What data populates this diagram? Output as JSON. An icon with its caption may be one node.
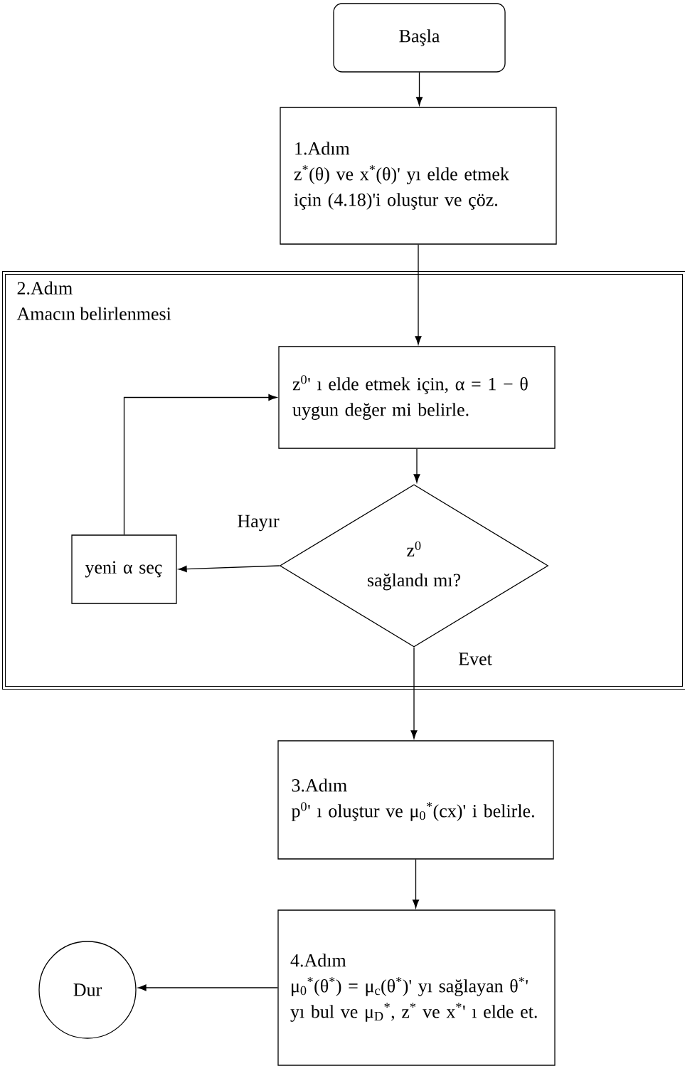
{
  "diagram": {
    "nodes": [
      {
        "text": [
          "Başla"
        ]
      },
      {
        "text": [
          "1.Adım",
          "z$^{*}$(θ) ve x$^{*}$(θ)' yı elde etmek için (4.18)'i oluştur ve çöz."
        ]
      },
      {
        "text": [
          "2.Adım",
          "Amacın belirlenmesi"
        ]
      },
      {
        "text": [
          "z$^{0}$' ı elde etmek için, α = 1 − θ uygun değer mi belirle."
        ],
        "in": 2
      },
      {
        "text": [
          "z$^{0}$",
          "sağlandı mı?"
        ],
        "in": 2
      },
      {
        "text": [
          "yeni α seç"
        ],
        "in": 2
      },
      {
        "text": [
          "3.Adım",
          "p$^{0}$' ı oluştur ve μ$_{0}$$^{*}$(cx)' i belirle."
        ]
      },
      {
        "text": [
          "4.Adım",
          "μ$_{0}$$^{*}$(θ$^{*}$) = μ$_{c}$(θ$^{*}$)' yı sağlayan θ$^{*}$' yı bul ve μ$_{D}$$^{*}$, z$^{*}$ ve x$^{*}$' ı elde et."
        ]
      },
      {
        "text": [
          "Dur"
        ]
      }
    ],
    "edges": [
      {
        "from": 0,
        "to": 1,
        "arrow": "to"
      },
      {
        "from": 1,
        "to": 3,
        "arrow": "to"
      },
      {
        "from": 3,
        "to": 4,
        "arrow": "to"
      },
      {
        "from": 4,
        "to": 5,
        "arrow": "to",
        "label": "Hayır"
      },
      {
        "from": 5,
        "to": 3,
        "arrow": "to"
      },
      {
        "from": 4,
        "to": 6,
        "arrow": "to",
        "label": "Evet"
      },
      {
        "from": 6,
        "to": 7,
        "arrow": "to"
      },
      {
        "from": 7,
        "to": 8,
        "arrow": "to"
      }
    ]
  }
}
